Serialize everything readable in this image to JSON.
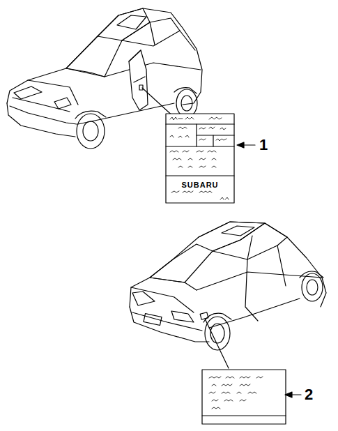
{
  "diagram": {
    "labels": [
      "SUBARU",
      "1",
      "2"
    ]
  }
}
